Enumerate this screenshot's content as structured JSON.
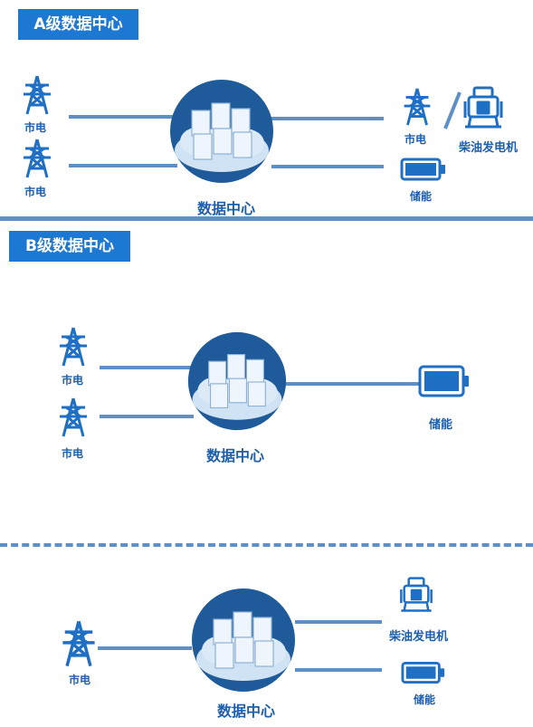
{
  "sections": {
    "a": {
      "title": "A级数据中心",
      "grid_1": "市电",
      "grid_2": "市电",
      "grid_3": "市电",
      "generator": "柴油发电机",
      "storage": "储能",
      "datacenter": "数据中心"
    },
    "b": {
      "title": "B级数据中心",
      "grid_1": "市电",
      "grid_2": "市电",
      "storage": "储能",
      "datacenter": "数据中心"
    },
    "b_alt": {
      "grid_1": "市电",
      "generator": "柴油发电机",
      "storage": "储能",
      "datacenter": "数据中心"
    }
  },
  "colors": {
    "badge": "#1c78d3",
    "text": "#1c5fae",
    "line": "#5d90c8",
    "icon": "#1f6fc4",
    "circle": "#1f5b9a",
    "cloud": "#cfe3f4",
    "server": "#eef5fc"
  },
  "icons": {
    "grid": "power-tower-icon",
    "generator": "diesel-generator-icon",
    "storage": "battery-icon",
    "datacenter": "datacenter-cloud-icon"
  }
}
